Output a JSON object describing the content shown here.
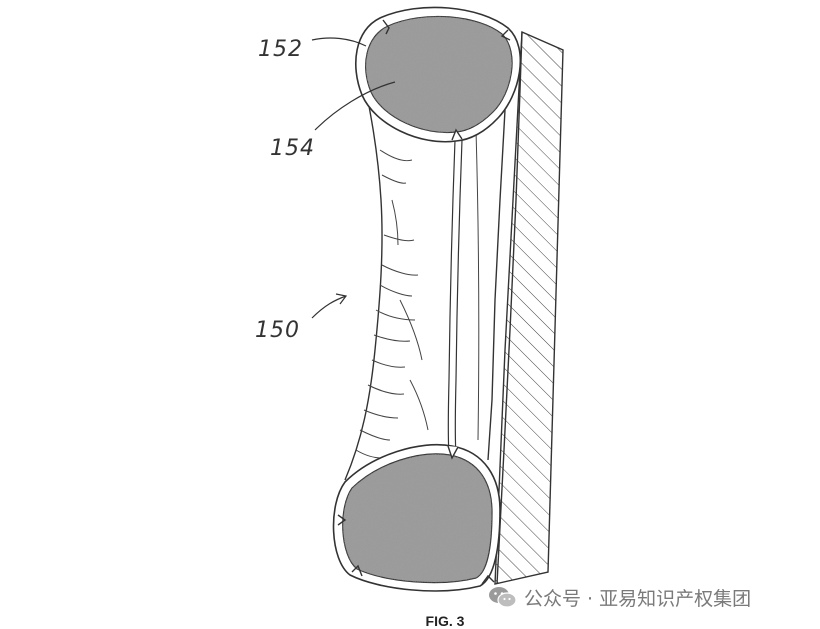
{
  "figure": {
    "caption": "FIG. 3",
    "labels": {
      "ref_152": "152",
      "ref_154": "154",
      "ref_150": "150"
    }
  },
  "watermark": {
    "icon": "wechat-icon",
    "text": "公众号 · 亚易知识产权集团"
  },
  "colors": {
    "line": "#333333",
    "fill_stipple": "#8a8a8a",
    "background": "#ffffff"
  }
}
